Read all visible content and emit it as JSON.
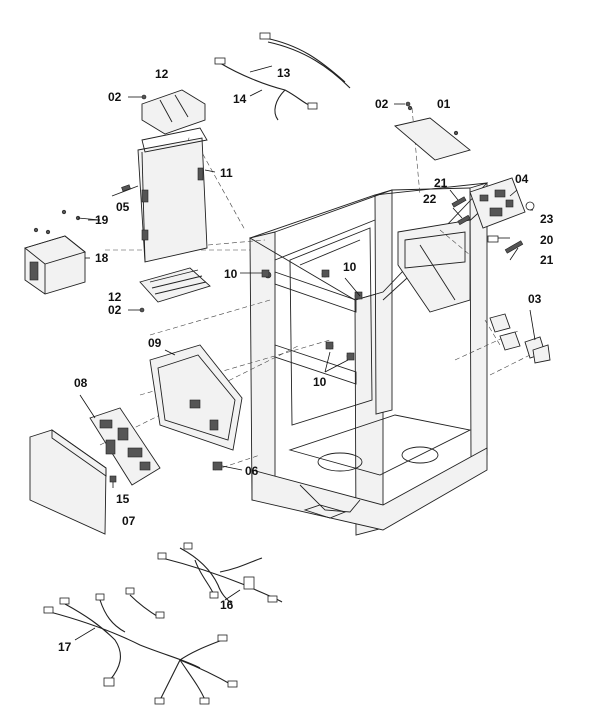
{
  "labels": {
    "p01": "01",
    "p02a": "02",
    "p02b": "02",
    "p02c": "02",
    "p03": "03",
    "p04": "04",
    "p05": "05",
    "p06": "06",
    "p07": "07",
    "p08": "08",
    "p09": "09",
    "p10a": "10",
    "p10b": "10",
    "p10c": "10",
    "p11": "11",
    "p12a": "12",
    "p12b": "12",
    "p13": "13",
    "p14": "14",
    "p15": "15",
    "p16": "16",
    "p17": "17",
    "p18": "18",
    "p19": "19",
    "p20": "20",
    "p21a": "21",
    "p21b": "21",
    "p22": "22",
    "p23": "23"
  }
}
